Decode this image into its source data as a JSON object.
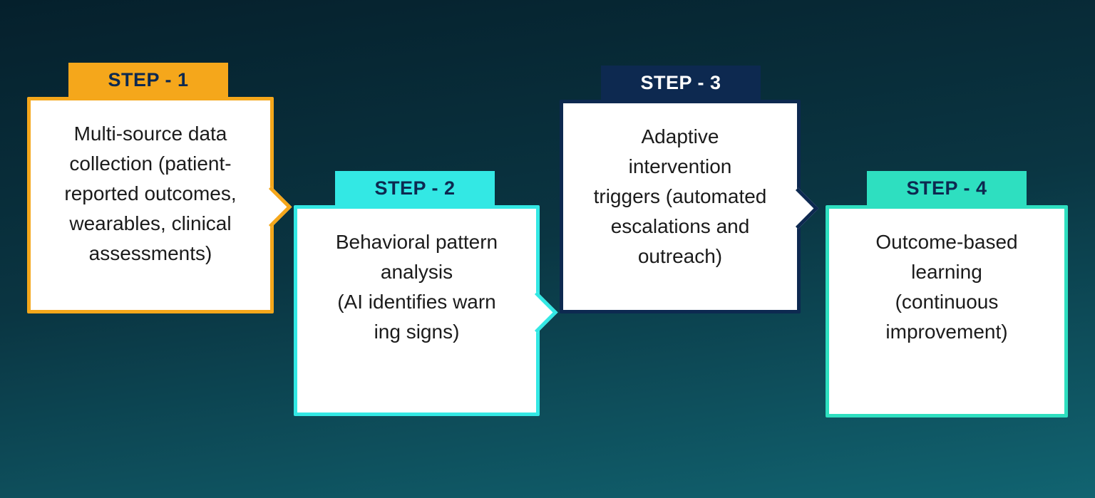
{
  "diagram": {
    "name": "process-steps",
    "background_top": "#05202c",
    "background_bottom": "#116471"
  },
  "steps": [
    {
      "label": "STEP - 1",
      "text": "Multi-source data\ncollection (patient-\nreported outcomes,\nwearables, clinical\nassessments)",
      "accent": "#F5A71B",
      "tab_text": "#0D2950",
      "has_arrow": true
    },
    {
      "label": "STEP - 2",
      "text": "Behavioral pattern\nanalysis\n(AI identifies warn\ning signs)",
      "accent": "#33E8E4",
      "tab_text": "#0D2950",
      "has_arrow": true
    },
    {
      "label": "STEP - 3",
      "text": "Adaptive\nintervention\ntriggers (automated\nescalations and\noutreach)",
      "accent": "#0D2950",
      "tab_text": "#FFFFFF",
      "has_arrow": true
    },
    {
      "label": "STEP - 4",
      "text": "Outcome-based\nlearning\n(continuous\nimprovement)",
      "accent": "#2EDFC0",
      "tab_text": "#0D2950",
      "has_arrow": false
    }
  ]
}
